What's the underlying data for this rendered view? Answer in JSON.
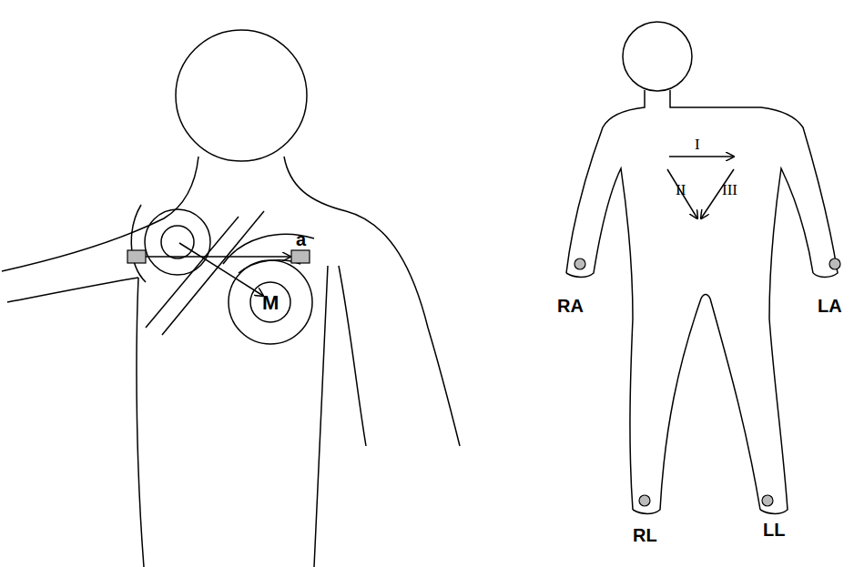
{
  "diagram": {
    "labels": [
      "a",
      "M",
      "I",
      "II",
      "III",
      "RA",
      "LA",
      "RL",
      "LL"
    ]
  }
}
